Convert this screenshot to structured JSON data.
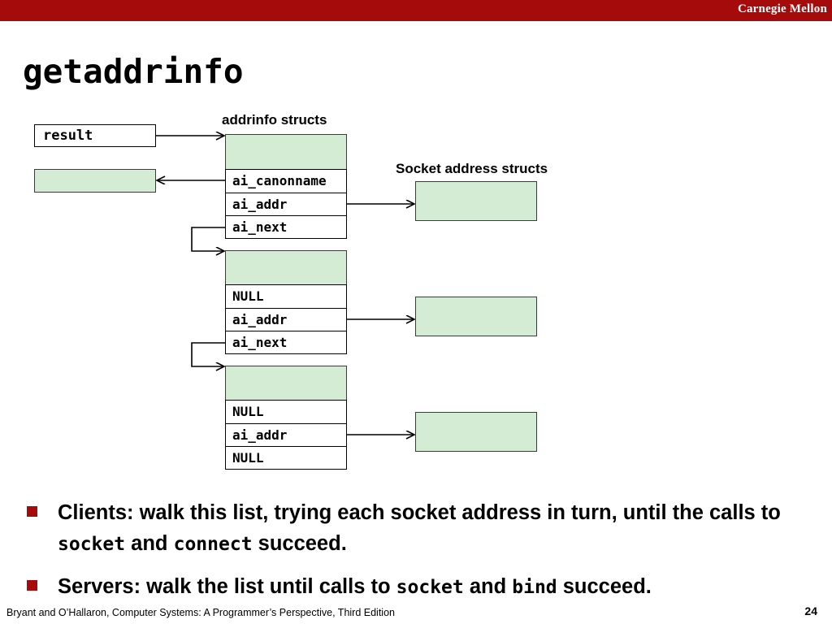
{
  "header": {
    "brand": "Carnegie Mellon",
    "bar_color": "#a50b0b"
  },
  "title": "getaddrinfo",
  "diagram": {
    "labels": {
      "addrinfo_structs": "addrinfo structs",
      "socket_address_structs": "Socket address structs"
    },
    "result_box": {
      "label": "result"
    },
    "canonname_target_box": {
      "label": ""
    },
    "colors": {
      "struct_fill": "#d5ecd4",
      "border": "#000000",
      "accent": "#a50b0b"
    },
    "addrinfo_structs": [
      {
        "name": "addrinfo-struct-1",
        "header_fill": "#d5ecd4",
        "fields": [
          {
            "name": "ai_canonname",
            "label": "ai_canonname"
          },
          {
            "name": "ai_addr",
            "label": "ai_addr"
          },
          {
            "name": "ai_next",
            "label": "ai_next"
          }
        ]
      },
      {
        "name": "addrinfo-struct-2",
        "header_fill": "#d5ecd4",
        "fields": [
          {
            "name": "ai_canonname",
            "label": "NULL"
          },
          {
            "name": "ai_addr",
            "label": "ai_addr"
          },
          {
            "name": "ai_next",
            "label": "ai_next"
          }
        ]
      },
      {
        "name": "addrinfo-struct-3",
        "header_fill": "#d5ecd4",
        "fields": [
          {
            "name": "ai_canonname",
            "label": "NULL"
          },
          {
            "name": "ai_addr",
            "label": "ai_addr"
          },
          {
            "name": "ai_next",
            "label": "NULL"
          }
        ]
      }
    ],
    "sockaddr_boxes": [
      {
        "name": "sockaddr-struct-1",
        "label": ""
      },
      {
        "name": "sockaddr-struct-2",
        "label": ""
      },
      {
        "name": "sockaddr-struct-3",
        "label": ""
      }
    ]
  },
  "bullets": [
    {
      "parts": [
        {
          "text": "Clients: walk this list, trying each socket address in turn, until the calls to ",
          "mono": false
        },
        {
          "text": "socket",
          "mono": true
        },
        {
          "text": " and ",
          "mono": false
        },
        {
          "text": "connect",
          "mono": true
        },
        {
          "text": " succeed.",
          "mono": false
        }
      ]
    },
    {
      "parts": [
        {
          "text": "Servers: walk the list until calls to ",
          "mono": false
        },
        {
          "text": "socket",
          "mono": true
        },
        {
          "text": " and ",
          "mono": false
        },
        {
          "text": "bind",
          "mono": true
        },
        {
          "text": " succeed.",
          "mono": false
        }
      ]
    }
  ],
  "footer": {
    "citation": "Bryant and O’Hallaron, Computer Systems: A Programmer’s Perspective, Third Edition",
    "page_number": "24"
  }
}
